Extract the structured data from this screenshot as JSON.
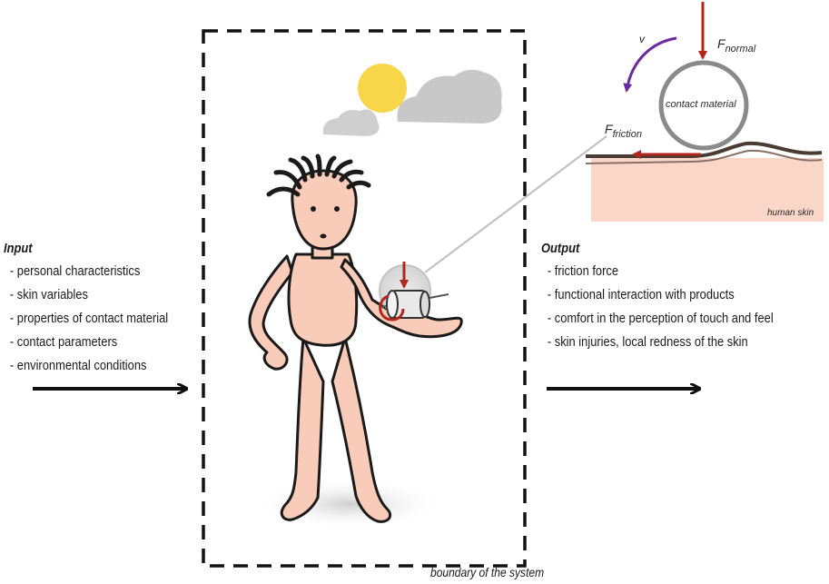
{
  "input": {
    "heading": "Input",
    "items": [
      "personal characteristics",
      "skin variables",
      "properties of contact material",
      "contact parameters",
      "environmental conditions"
    ]
  },
  "output": {
    "heading": "Output",
    "items": [
      "friction force",
      "functional interaction with products",
      "comfort in the perception of touch and feel",
      "skin injuries, local redness of the skin"
    ]
  },
  "system_boundary_label": "boundary of the system",
  "inset": {
    "velocity_label": "v",
    "normal_force_main": "F",
    "normal_force_sub": "normal",
    "friction_force_main": "F",
    "friction_force_sub": "friction",
    "contact_material_label": "contact material",
    "human_skin_label": "human skin"
  },
  "colors": {
    "skin": "#f9cbb9",
    "force_arrow": "#b3261e",
    "velocity_arrow": "#6a2aa0",
    "sun": "#f7d64a",
    "cloud": "#c8c8c8",
    "inset_skin": "#f9d6c8"
  }
}
